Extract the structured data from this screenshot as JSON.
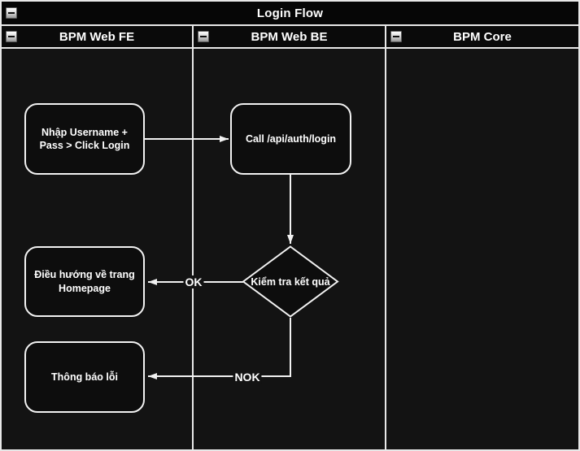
{
  "diagram": {
    "title": "Login Flow",
    "lanes": [
      {
        "label": "BPM Web FE"
      },
      {
        "label": "BPM Web BE"
      },
      {
        "label": "BPM Core"
      }
    ],
    "nodes": {
      "fe_input": {
        "label": "Nhập Username + Pass > Click Login",
        "shape": "rounded-rect",
        "lane": "BPM Web FE"
      },
      "be_call": {
        "label": "Call /api/auth/login",
        "shape": "rounded-rect",
        "lane": "BPM Web BE"
      },
      "decision": {
        "label": "Kiểm tra kết quả",
        "shape": "diamond",
        "lane": "BPM Web BE"
      },
      "fe_homepage": {
        "label": "Điều hướng về trang Homepage",
        "shape": "rounded-rect",
        "lane": "BPM Web FE"
      },
      "fe_error": {
        "label": "Thông báo lỗi",
        "shape": "rounded-rect",
        "lane": "BPM Web FE"
      }
    },
    "edge_labels": {
      "ok": "OK",
      "nok": "NOK"
    },
    "colors": {
      "background": "#131313",
      "header": "#0a0a0a",
      "stroke": "#f2f2f2",
      "text": "#ffffff"
    }
  }
}
